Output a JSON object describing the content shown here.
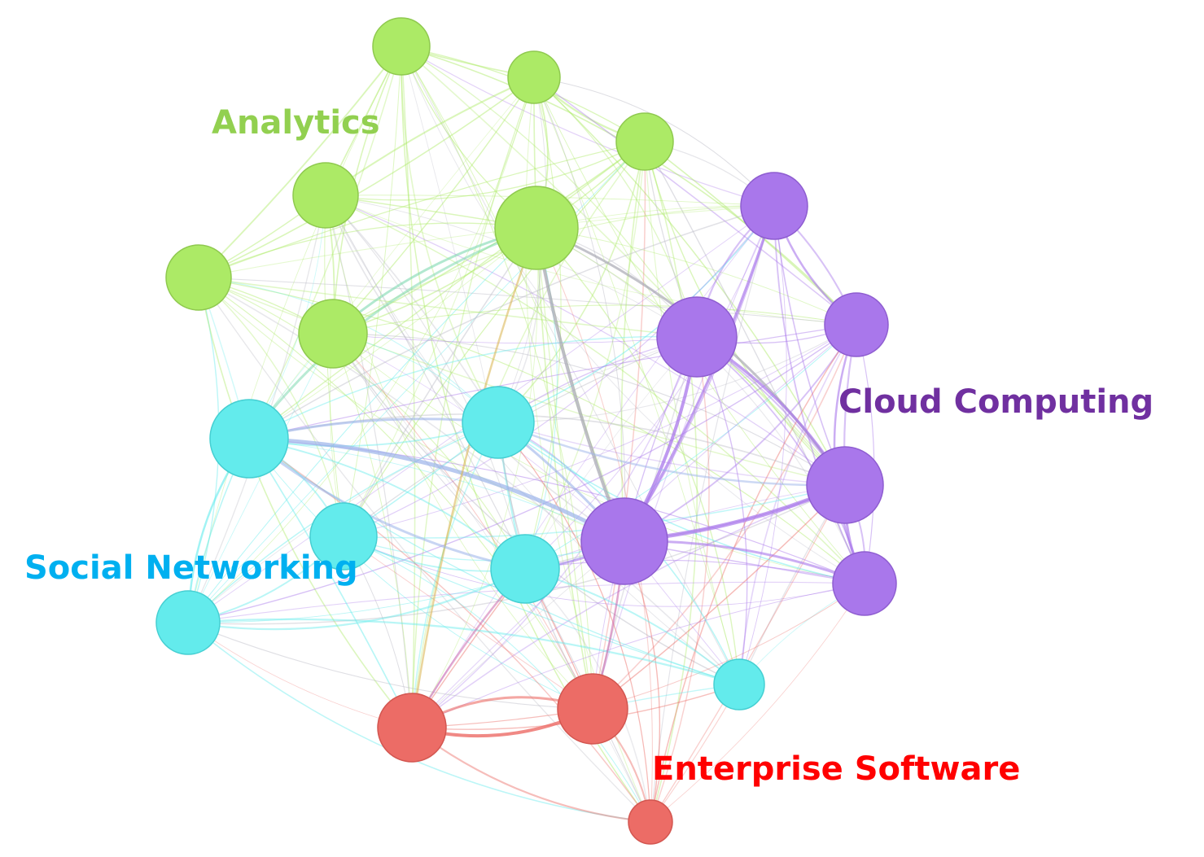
{
  "clusters": {
    "analytics": {
      "label": "Analytics",
      "label_color": "#92d050",
      "node_color": "#acea66",
      "stroke": "#8fc94f"
    },
    "cloud": {
      "label": "Cloud Computing",
      "label_color": "#7030a0",
      "node_color": "#a977eb",
      "stroke": "#8e5dd0"
    },
    "social": {
      "label": "Social Networking",
      "label_color": "#00b0f0",
      "node_color": "#63ebec",
      "stroke": "#45cfd2"
    },
    "enterprise": {
      "label": "Enterprise Software",
      "label_color": "#ff0000",
      "node_color": "#ec6c66",
      "stroke": "#d35650"
    }
  },
  "node_clusters": [
    "analytics",
    "analytics",
    "analytics",
    "analytics",
    "analytics",
    "analytics",
    "analytics",
    "cloud",
    "cloud",
    "cloud",
    "cloud",
    "cloud",
    "cloud",
    "social",
    "social",
    "social",
    "social",
    "social",
    "social",
    "enterprise",
    "enterprise",
    "enterprise"
  ]
}
